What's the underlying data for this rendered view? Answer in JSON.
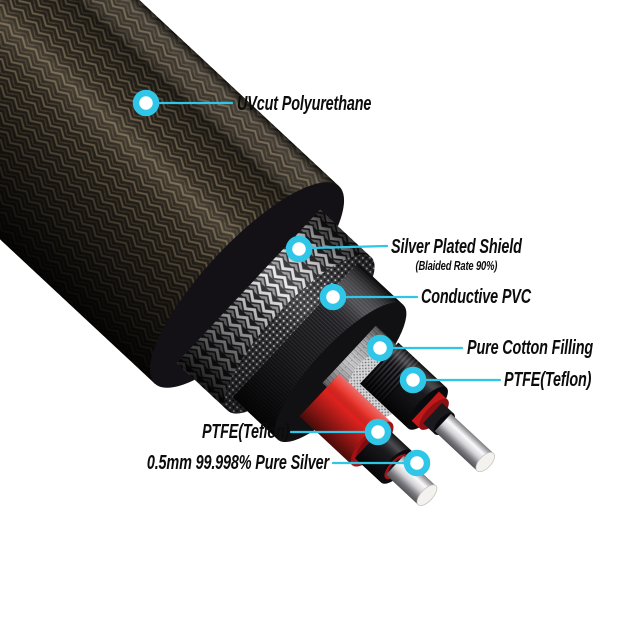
{
  "page": {
    "background": "#ffffff",
    "accent_color": "#2fc6e8",
    "text_color": "#0c0c0c"
  },
  "callouts": [
    {
      "label": "UVcut Polyurethane"
    },
    {
      "label": "Silver Plated Shield",
      "sub": "(Blaided Rate 90%)"
    },
    {
      "label": "Conductive PVC"
    },
    {
      "label": "Pure Cotton Filling"
    },
    {
      "label": "PTFE(Teflon)"
    },
    {
      "label": "PTFE(Teflon)"
    },
    {
      "label": "0.5mm 99.998% Pure Silver"
    }
  ],
  "cable": {
    "layer_names": [
      "UVcut Polyurethane jacket",
      "Silver plated shield braid",
      "Conductive PVC",
      "Pure cotton filling",
      "PTFE(Teflon) red insulation",
      "PTFE(Teflon) black insulation",
      "0.5mm 99.998% pure silver conductors"
    ],
    "colors": {
      "jacket_weave": "#6d604a",
      "jacket_base": "#29241d",
      "shield_braid": "#e8e8ea",
      "conductive_pvc": "#232327",
      "cotton": "#c6c6c9",
      "red_insulation": "#e2231f",
      "black_insulation": "#1b1b1f",
      "silver_wire": "#f3f2ee"
    }
  }
}
